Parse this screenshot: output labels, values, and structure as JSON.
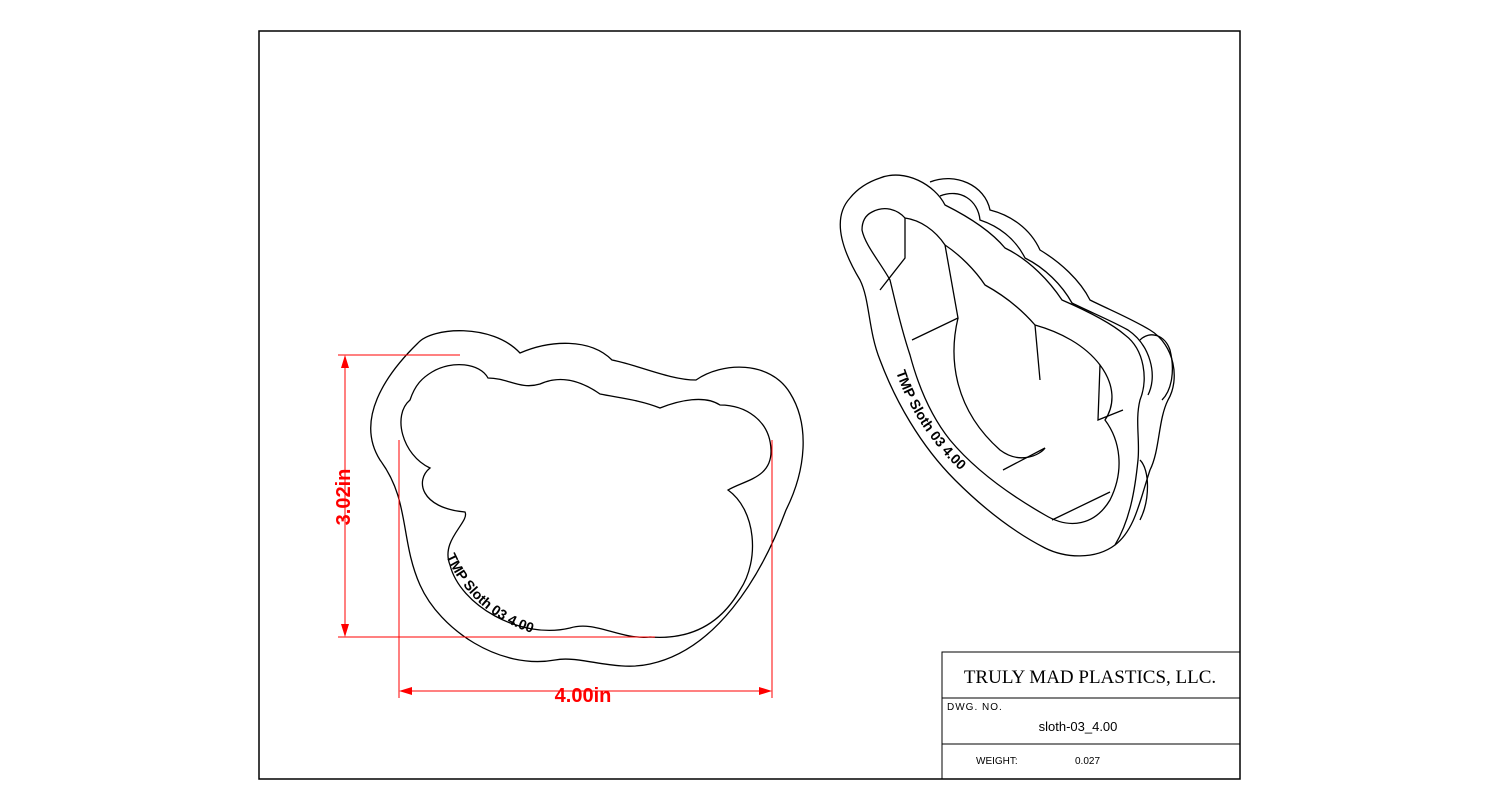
{
  "title_block": {
    "company": "TRULY MAD PLASTICS, LLC.",
    "dwg_no_label": "DWG. NO.",
    "dwg_no_value": "sloth-03_4.00",
    "weight_label": "WEIGHT:",
    "weight_value": "0.027"
  },
  "dimensions": {
    "height": "3.02in",
    "width": "4.00in",
    "color": "#ff0000"
  },
  "engraving": {
    "front": "TMP Sloth 03  4.00",
    "iso": "TMP Sloth 03  4.00"
  }
}
